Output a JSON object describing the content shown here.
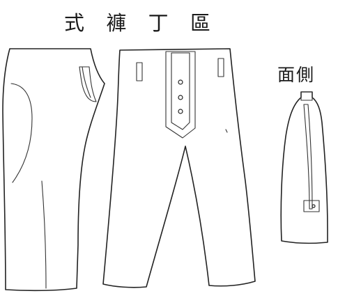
{
  "title": {
    "chars": [
      "式",
      "褲",
      "丁",
      "區"
    ]
  },
  "side_view": {
    "caption_chars": [
      "面",
      "側"
    ]
  }
}
